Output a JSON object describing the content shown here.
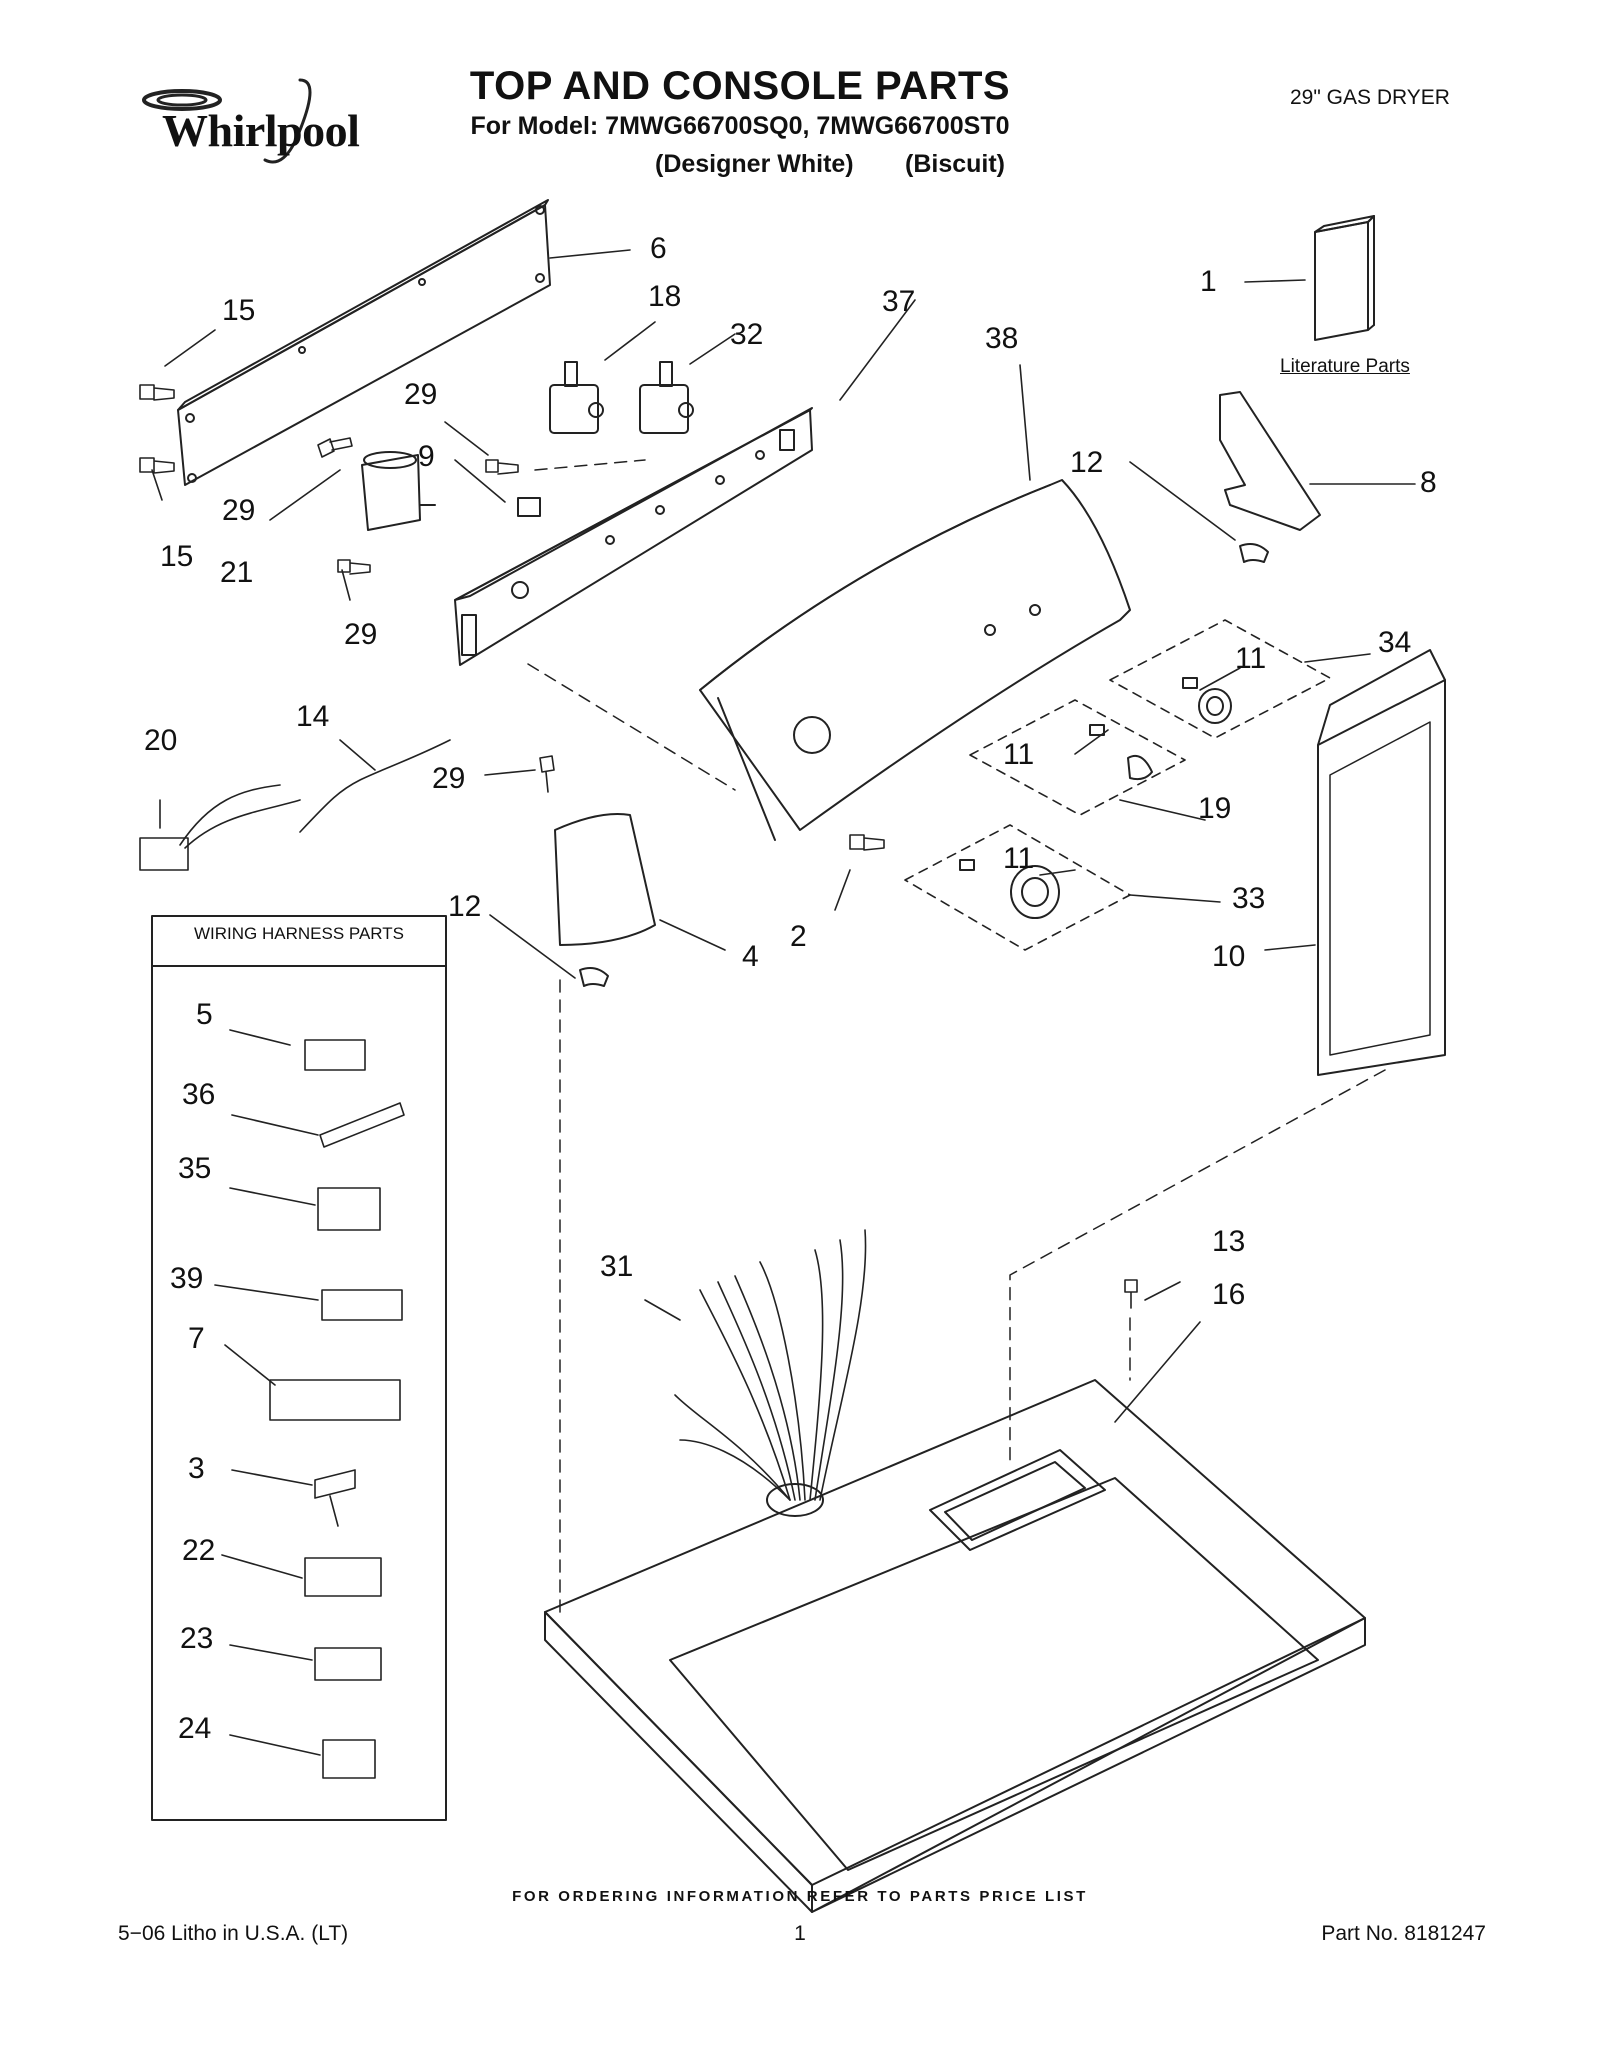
{
  "header": {
    "brand": "Whirlpool",
    "title": "TOP AND CONSOLE PARTS",
    "model_line": "For Model: 7MWG66700SQ0, 7MWG66700ST0",
    "color_1": "(Designer White)",
    "color_2": "(Biscuit)",
    "product": "29\" GAS DRYER"
  },
  "literature_label": "Literature Parts",
  "wiring_harness_title": "WIRING HARNESS PARTS",
  "callouts": [
    "1",
    "2",
    "3",
    "4",
    "5",
    "6",
    "7",
    "8",
    "9",
    "10",
    "11",
    "11",
    "11",
    "12",
    "12",
    "13",
    "14",
    "15",
    "15",
    "16",
    "18",
    "19",
    "20",
    "21",
    "22",
    "23",
    "24",
    "29",
    "29",
    "29",
    "29",
    "31",
    "32",
    "33",
    "34",
    "35",
    "36",
    "37",
    "38",
    "39"
  ],
  "footer": {
    "note": "FOR ORDERING INFORMATION REFER TO PARTS PRICE LIST",
    "left": "5−06 Litho in U.S.A. (LT)",
    "page": "1",
    "part_no": "Part No. 8181247"
  }
}
